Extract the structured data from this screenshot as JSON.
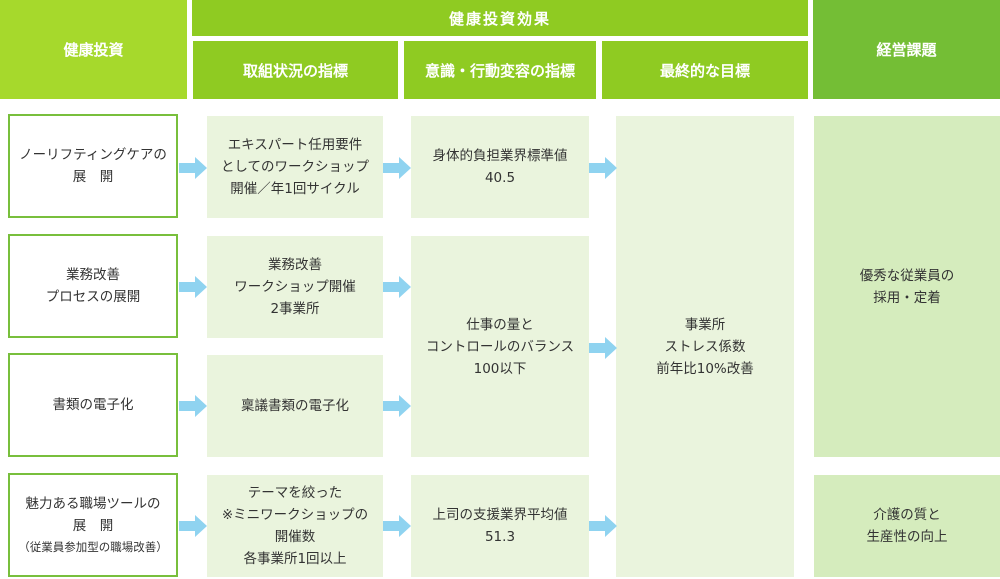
{
  "colors": {
    "header_lime": "#a6d92c",
    "header_green": "#7cc52a",
    "header_dark": "#74be35",
    "border_green": "#78bf3c",
    "pale_fill": "#eaf4dd",
    "issue_fill": "#d5ecbd",
    "arrow": "#8fd3f0"
  },
  "headers": {
    "investment": "健康投資",
    "effect": "健康投資効果",
    "activity": "取組状況の指標",
    "awareness": "意識・行動変容の指標",
    "goal": "最終的な目標",
    "issues": "経営課題"
  },
  "investments": [
    {
      "lines": [
        "ノーリフティングケアの",
        "展　開"
      ]
    },
    {
      "lines": [
        "業務改善",
        "プロセスの展開"
      ]
    },
    {
      "lines": [
        "書類の電子化"
      ]
    },
    {
      "lines": [
        "魅力ある職場ツールの",
        "展　開"
      ],
      "note": "（従業員参加型の職場改善）"
    }
  ],
  "activities": [
    {
      "lines": [
        "エキスパート任用要件",
        "としてのワークショップ",
        "開催／年1回サイクル"
      ]
    },
    {
      "lines": [
        "業務改善",
        "ワークショップ開催",
        "2事業所"
      ]
    },
    {
      "lines": [
        "稟議書類の電子化"
      ]
    },
    {
      "lines": [
        "テーマを絞った",
        "※ミニワークショップの",
        "開催数",
        "各事業所1回以上"
      ]
    }
  ],
  "awareness": [
    {
      "lines": [
        "身体的負担業界標準値",
        "40.5"
      ]
    },
    {
      "lines": [
        "仕事の量と",
        "コントロールのバランス",
        "100以下"
      ]
    },
    {
      "lines": [
        "上司の支援業界平均値",
        "51.3"
      ]
    }
  ],
  "goal": {
    "lines": [
      "事業所",
      "ストレス係数",
      "前年比10%改善"
    ]
  },
  "issues": [
    {
      "lines": [
        "優秀な従業員の",
        "採用・定着"
      ]
    },
    {
      "lines": [
        "介護の質と",
        "生産性の向上"
      ]
    }
  ],
  "icons": {
    "flow_arrow": "right-arrow-icon"
  }
}
